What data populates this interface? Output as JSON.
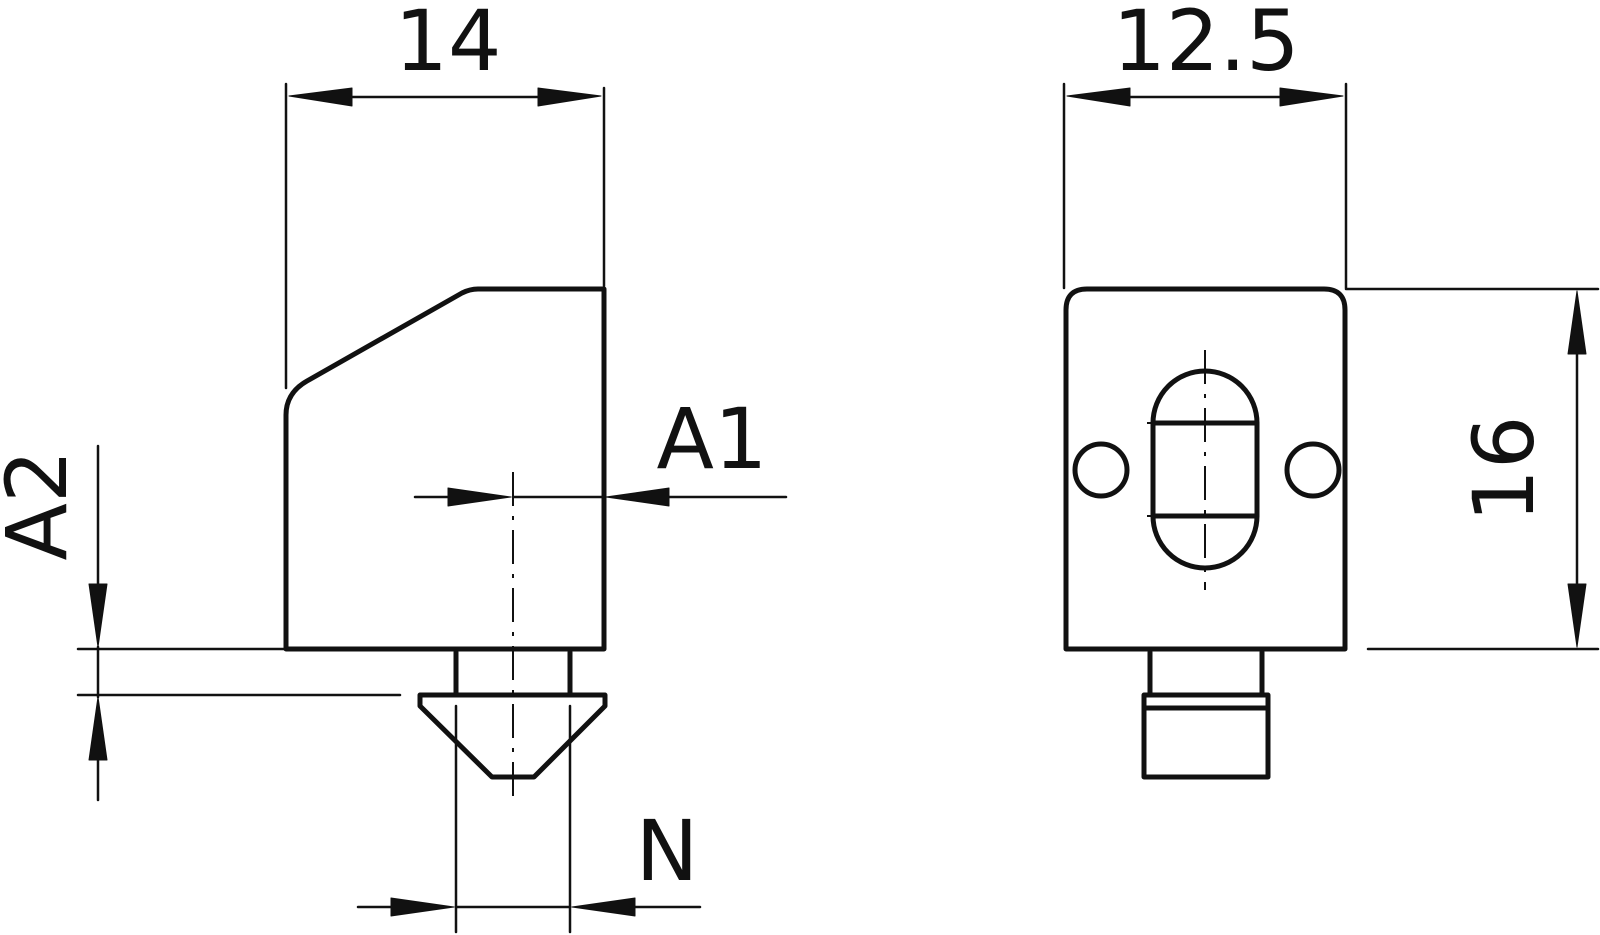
{
  "dimensions": {
    "side_width": "14",
    "front_width": "12.5",
    "height": "16",
    "a1": "A1",
    "a2": "A2",
    "n": "N"
  }
}
